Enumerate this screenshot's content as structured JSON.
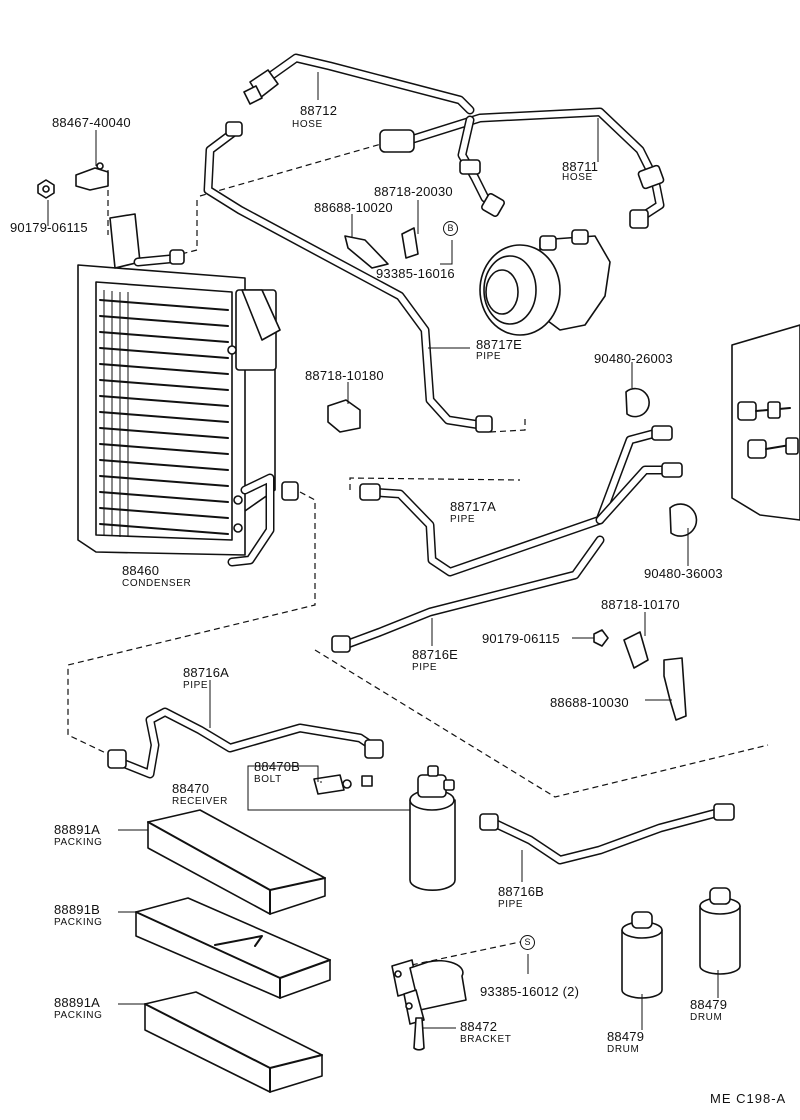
{
  "parts": {
    "hose_88712": {
      "number": "88712",
      "name": "HOSE"
    },
    "hose_88711": {
      "number": "88711",
      "name": "HOSE"
    },
    "clip_88467": {
      "number": "88467-40040"
    },
    "nut_90179_top": {
      "number": "90179-06115"
    },
    "clamp_88718_20030": {
      "number": "88718-20030"
    },
    "bracket_88688_10020": {
      "number": "88688-10020"
    },
    "ref_b": {
      "symbol": "B"
    },
    "bolt_93385_16016": {
      "number": "93385-16016"
    },
    "pipe_88717e": {
      "number": "88717E",
      "name": "PIPE"
    },
    "grommet_90480_26003": {
      "number": "90480-26003"
    },
    "clamp_88718_10180": {
      "number": "88718-10180"
    },
    "condenser_88460": {
      "number": "88460",
      "name": "CONDENSER"
    },
    "pipe_88717a": {
      "number": "88717A",
      "name": "PIPE"
    },
    "grommet_90480_36003": {
      "number": "90480-36003"
    },
    "clamp_88718_10170": {
      "number": "88718-10170"
    },
    "nut_90179_mid": {
      "number": "90179-06115"
    },
    "pipe_88716e": {
      "number": "88716E",
      "name": "PIPE"
    },
    "pipe_88716a": {
      "number": "88716A",
      "name": "PIPE"
    },
    "bracket_88688_10030": {
      "number": "88688-10030"
    },
    "bolt_88470b": {
      "number": "88470B",
      "name": "BOLT"
    },
    "receiver_88470": {
      "number": "88470",
      "name": "RECEIVER"
    },
    "packing_88891a_1": {
      "number": "88891A",
      "name": "PACKING"
    },
    "packing_88891b": {
      "number": "88891B",
      "name": "PACKING"
    },
    "packing_88891a_2": {
      "number": "88891A",
      "name": "PACKING"
    },
    "pipe_88716b": {
      "number": "88716B",
      "name": "PIPE"
    },
    "ref_s": {
      "symbol": "S"
    },
    "bolt_93385_16012": {
      "number": "93385-16012 (2)"
    },
    "bracket_88472": {
      "number": "88472",
      "name": "BRACKET"
    },
    "drum_left": {
      "number": "88479",
      "name": "DRUM"
    },
    "drum_right": {
      "number": "88479",
      "name": "DRUM"
    }
  },
  "footer": {
    "code": "ME  C198-A"
  }
}
